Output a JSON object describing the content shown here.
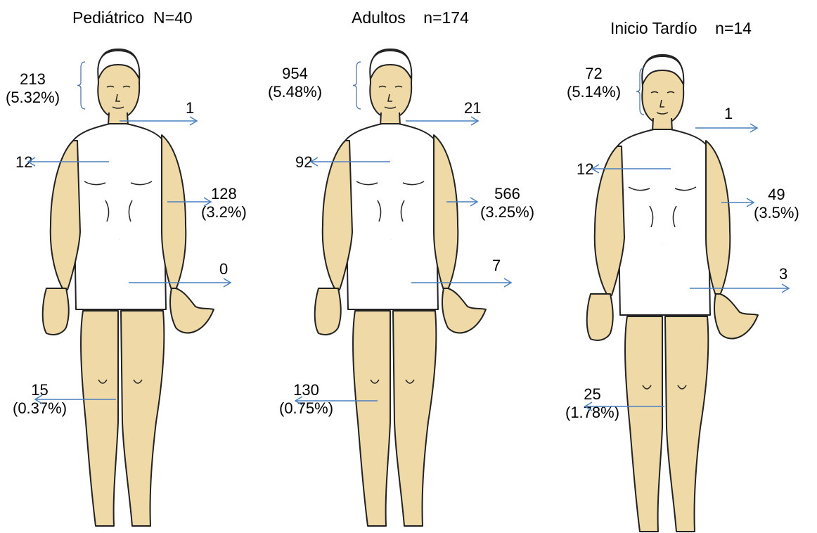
{
  "colors": {
    "skin_highlight": "#efd9a6",
    "outline": "#222222",
    "arrow": "#4a7fc1"
  },
  "panels": [
    {
      "title": "Pediátrico  N=40",
      "head": {
        "count": "213",
        "pct": "(5.32%)"
      },
      "neck": {
        "count": "1"
      },
      "torso": {
        "count": "12"
      },
      "arm": {
        "count": "128",
        "pct": "(3.2%)"
      },
      "groin": {
        "count": "0"
      },
      "leg": {
        "count": "15",
        "pct": "(0.37%)"
      }
    },
    {
      "title": "Adultos    n=174",
      "head": {
        "count": "954",
        "pct": "(5.48%)"
      },
      "neck": {
        "count": "21"
      },
      "torso": {
        "count": "92"
      },
      "arm": {
        "count": "566",
        "pct": "(3.25%)"
      },
      "groin": {
        "count": "7"
      },
      "leg": {
        "count": "130",
        "pct": "(0.75%)"
      }
    },
    {
      "title": "Inicio Tardío    n=14",
      "head": {
        "count": "72",
        "pct": "(5.14%)"
      },
      "neck": {
        "count": "1"
      },
      "torso": {
        "count": "12"
      },
      "arm": {
        "count": "49",
        "pct": "(3.5%)"
      },
      "groin": {
        "count": "3"
      },
      "leg": {
        "count": "25",
        "pct": "(1.78%)"
      }
    }
  ]
}
